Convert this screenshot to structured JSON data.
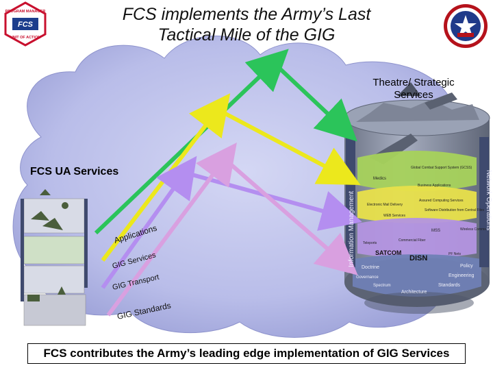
{
  "title_line1": "FCS implements the Army’s Last",
  "title_line2": "Tactical Mile of the GIG",
  "logo_left": {
    "icon": "program-manager-fcs-unit-of-action-patch",
    "text_top": "PROGRAM MANAGER",
    "text_center": "FCS",
    "text_bottom": "UNIT OF ACTION"
  },
  "logo_right": {
    "icon": "army-seal-emblem"
  },
  "theatre_label": "Theatre/ Strategic Services",
  "fcs_ua_label": "FCS UA Services",
  "layers": {
    "applications": "Applications",
    "gig_services": "GIG Services",
    "gig_transport": "GIG Transport",
    "gig_standards": "GIG Standards"
  },
  "cylinder": {
    "side_info": "Information Management",
    "side_ops": "Network Operations",
    "gcss": "Global Combat Support System (GCSS)",
    "medics": "Medics",
    "business_apps": "Business Applications",
    "ews": "Electronic Mail Delivery",
    "acs": "Assured Computing Services",
    "sw_dist": "Software Distribution from Central Files",
    "web": "WEB Services",
    "teleports": "Teleports",
    "mss": "MSS",
    "wireless": "Wireless Comms",
    "commercial_fiber": "Commercial Fiber",
    "satcom": "SATCOM",
    "disn": "DISN",
    "pf_nets": "PF Nets",
    "doctrine": "Doctrine",
    "policy": "Policy",
    "governance": "Governance",
    "engineering": "Engineering",
    "spectrum": "Spectrum",
    "standards": "Standards",
    "architecture": "Architecture"
  },
  "colors": {
    "cloud": "#b8bce8",
    "arrow_green": "#2bc45a",
    "arrow_yellow": "#ece81c",
    "arrow_lilac": "#b48ef0",
    "arrow_pink": "#d9a0e0",
    "cylinder": "#8a93a8",
    "band_green": "#a7d25b",
    "band_yellow": "#e8e04a",
    "band_purple": "#b393e0",
    "band_bottom": "#6f7fb5"
  },
  "footer": "FCS contributes the Army’s leading edge implementation of GIG Services"
}
